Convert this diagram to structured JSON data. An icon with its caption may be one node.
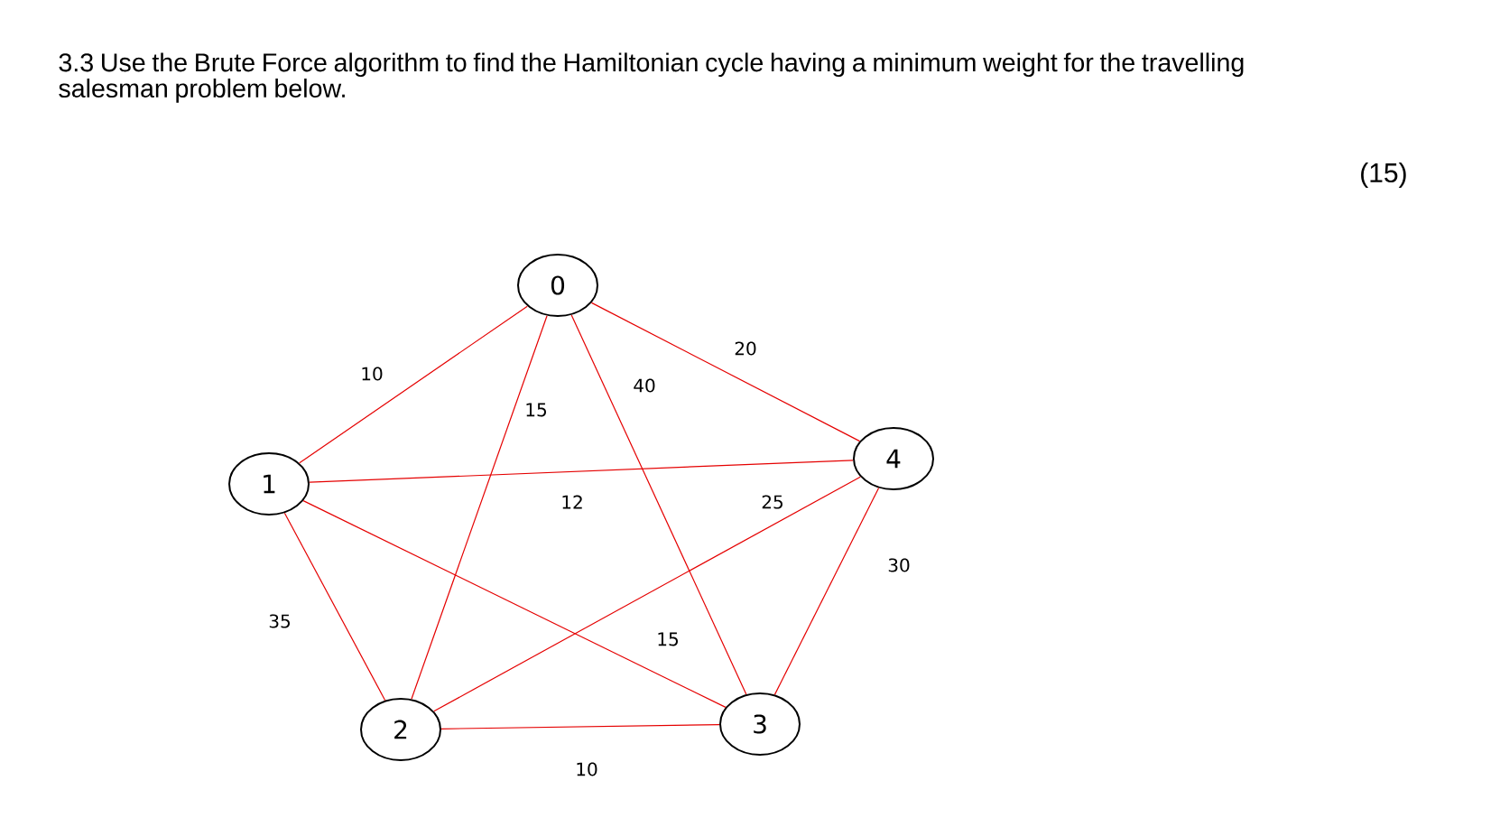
{
  "diagram": {
    "title": "3.3 Use the Brute Force algorithm to find the Hamiltonian cycle having a minimum weight for the travelling salesman problem below.",
    "nodes": [
      {
        "text": [
          "0"
        ]
      },
      {
        "text": [
          "1"
        ]
      },
      {
        "text": [
          "2"
        ]
      },
      {
        "text": [
          "3"
        ]
      },
      {
        "text": [
          "4"
        ]
      }
    ],
    "edges": [
      {
        "from": 0,
        "to": 1,
        "arrow": "none",
        "label": "10"
      },
      {
        "from": 0,
        "to": 4,
        "arrow": "none",
        "label": "20"
      },
      {
        "from": 0,
        "to": 3,
        "arrow": "none",
        "label": "40"
      },
      {
        "from": 0,
        "to": 2,
        "arrow": "none",
        "label": "15"
      },
      {
        "from": 1,
        "to": 4,
        "arrow": "none",
        "label": "12"
      },
      {
        "from": 1,
        "to": 3,
        "arrow": "none",
        "label": "15"
      },
      {
        "from": 1,
        "to": 2,
        "arrow": "none",
        "label": "35"
      },
      {
        "from": 2,
        "to": 4,
        "arrow": "none",
        "label": "25"
      },
      {
        "from": 2,
        "to": 3,
        "arrow": "none",
        "label": "10"
      },
      {
        "from": 4,
        "to": 3,
        "arrow": "none",
        "label": "30"
      }
    ],
    "labels": [
      "(15)"
    ]
  }
}
